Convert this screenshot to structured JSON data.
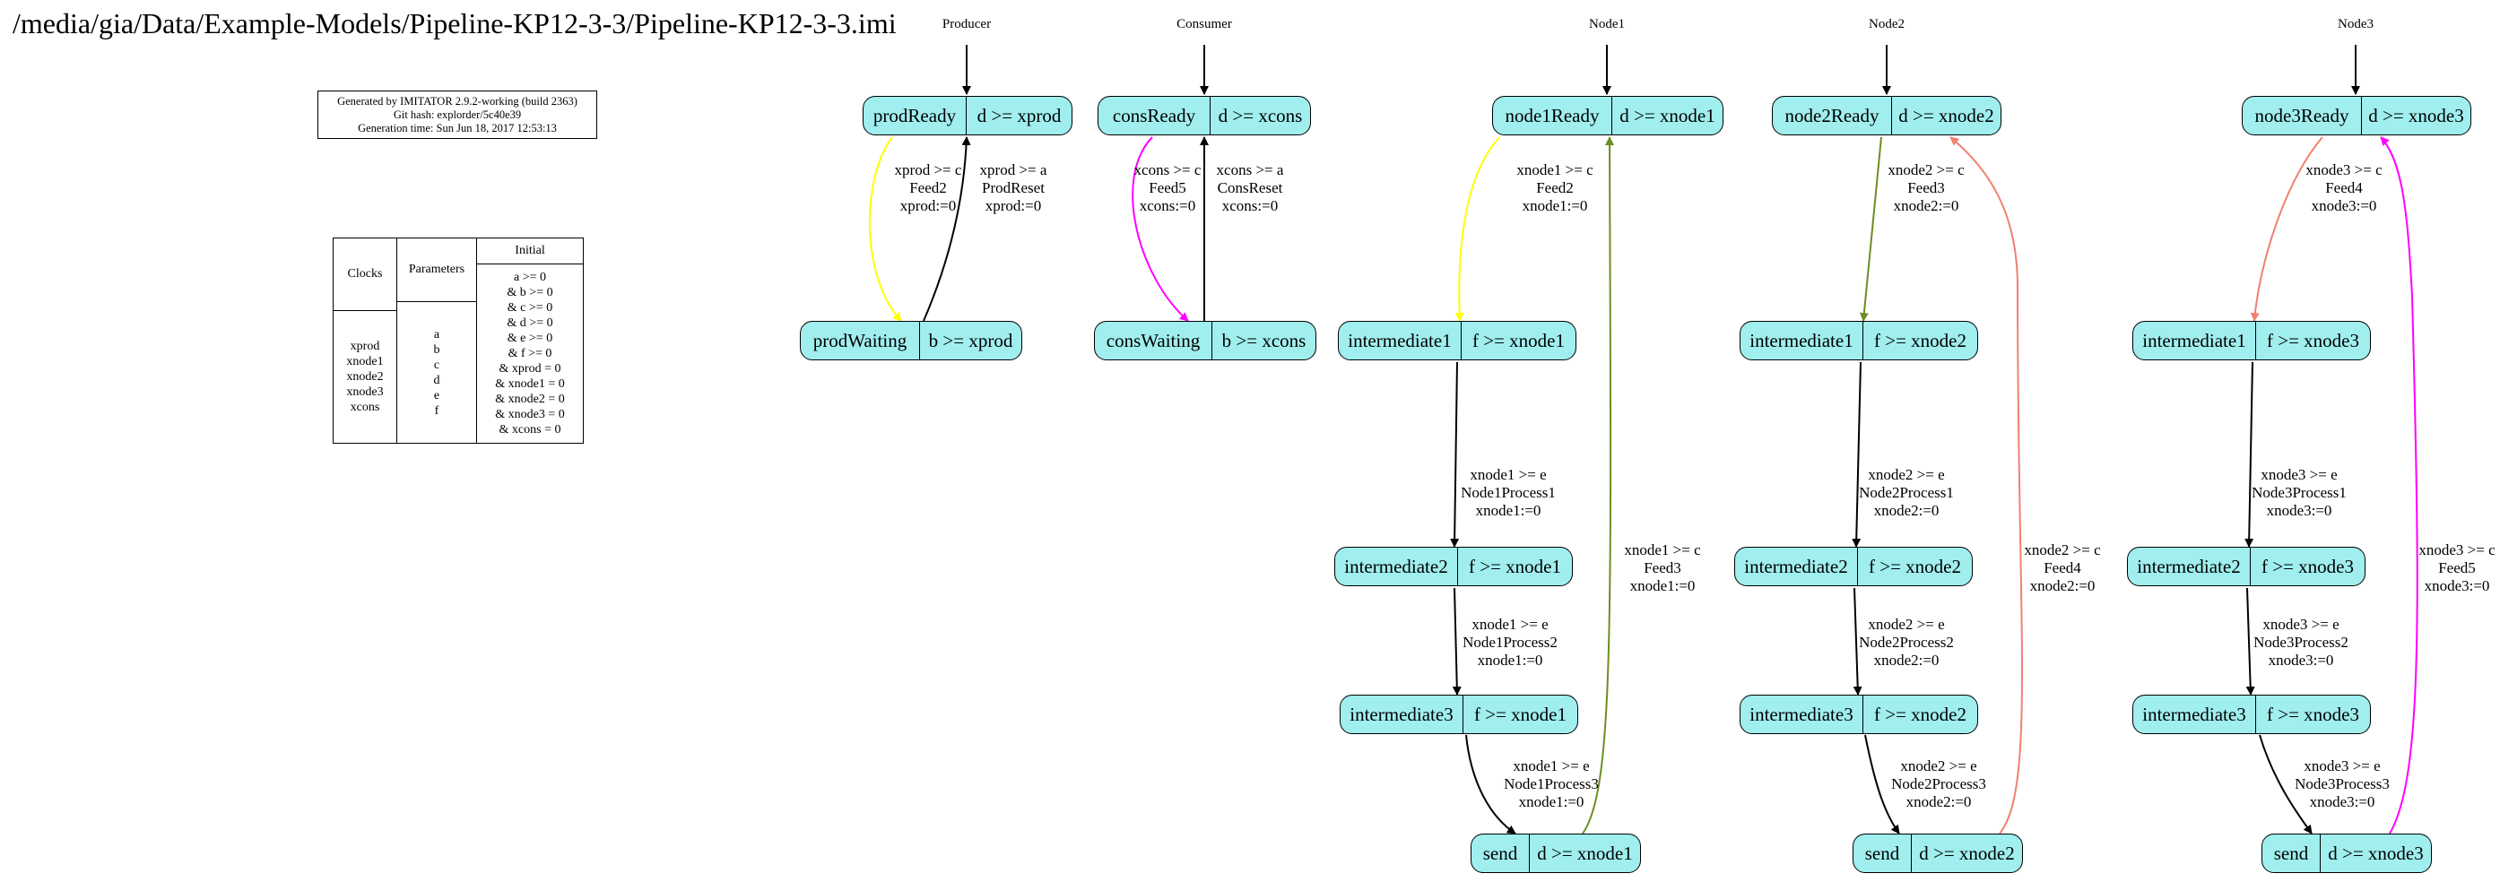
{
  "title": "/media/gia/Data/Example-Models/Pipeline-KP12-3-3/Pipeline-KP12-3-3.imi",
  "info": {
    "generated": "Generated by IMITATOR 2.9.2-working (build 2363)",
    "git_hash": "Git hash: explorder/5c40e39",
    "generation_time": "Generation time: Sun Jun 18, 2017 12:53:13"
  },
  "vars_table": {
    "clocks_header": "Clocks",
    "parameters_header": "Parameters",
    "initial_header": "Initial",
    "clocks": [
      "xprod",
      "xnode1",
      "xnode2",
      "xnode3",
      "xcons"
    ],
    "parameters": [
      "a",
      "b",
      "c",
      "d",
      "e",
      "f"
    ],
    "initial": [
      "a >= 0",
      "& b >= 0",
      "& c >= 0",
      "& d >= 0",
      "& e >= 0",
      "& f >= 0",
      "& xprod = 0",
      "& xnode1 = 0",
      "& xnode2 = 0",
      "& xnode3 = 0",
      "& xcons = 0"
    ]
  },
  "processes": [
    "Producer",
    "Consumer",
    "Node1",
    "Node2",
    "Node3"
  ],
  "states": {
    "prodReady": {
      "name": "prodReady",
      "inv": "d >= xprod"
    },
    "prodWaiting": {
      "name": "prodWaiting",
      "inv": "b >= xprod"
    },
    "consReady": {
      "name": "consReady",
      "inv": "d >= xcons"
    },
    "consWaiting": {
      "name": "consWaiting",
      "inv": "b >= xcons"
    },
    "node1Ready": {
      "name": "node1Ready",
      "inv": "d >= xnode1"
    },
    "n1i1": {
      "name": "intermediate1",
      "inv": "f >= xnode1"
    },
    "n1i2": {
      "name": "intermediate2",
      "inv": "f >= xnode1"
    },
    "n1i3": {
      "name": "intermediate3",
      "inv": "f >= xnode1"
    },
    "n1send": {
      "name": "send",
      "inv": "d >= xnode1"
    },
    "node2Ready": {
      "name": "node2Ready",
      "inv": "d >= xnode2"
    },
    "n2i1": {
      "name": "intermediate1",
      "inv": "f >= xnode2"
    },
    "n2i2": {
      "name": "intermediate2",
      "inv": "f >= xnode2"
    },
    "n2i3": {
      "name": "intermediate3",
      "inv": "f >= xnode2"
    },
    "n2send": {
      "name": "send",
      "inv": "d >= xnode2"
    },
    "node3Ready": {
      "name": "node3Ready",
      "inv": "d >= xnode3"
    },
    "n3i1": {
      "name": "intermediate1",
      "inv": "f >= xnode3"
    },
    "n3i2": {
      "name": "intermediate2",
      "inv": "f >= xnode3"
    },
    "n3i3": {
      "name": "intermediate3",
      "inv": "f >= xnode3"
    },
    "n3send": {
      "name": "send",
      "inv": "d >= xnode3"
    }
  },
  "edges": {
    "prod_feed": [
      "xprod >= c",
      "Feed2",
      "xprod:=0"
    ],
    "prod_reset": [
      "xprod >= a",
      "ProdReset",
      "xprod:=0"
    ],
    "cons_feed": [
      "xcons >= c",
      "Feed5",
      "xcons:=0"
    ],
    "cons_reset": [
      "xcons >= a",
      "ConsReset",
      "xcons:=0"
    ],
    "n1_feed_in": [
      "xnode1 >= c",
      "Feed2",
      "xnode1:=0"
    ],
    "n1_p1": [
      "xnode1 >= e",
      "Node1Process1",
      "xnode1:=0"
    ],
    "n1_p2": [
      "xnode1 >= e",
      "Node1Process2",
      "xnode1:=0"
    ],
    "n1_p3": [
      "xnode1 >= e",
      "Node1Process3",
      "xnode1:=0"
    ],
    "n1_feed_out": [
      "xnode1 >= c",
      "Feed3",
      "xnode1:=0"
    ],
    "n2_feed_in": [
      "xnode2 >= c",
      "Feed3",
      "xnode2:=0"
    ],
    "n2_p1": [
      "xnode2 >= e",
      "Node2Process1",
      "xnode2:=0"
    ],
    "n2_p2": [
      "xnode2 >= e",
      "Node2Process2",
      "xnode2:=0"
    ],
    "n2_p3": [
      "xnode2 >= e",
      "Node2Process3",
      "xnode2:=0"
    ],
    "n2_feed_out": [
      "xnode2 >= c",
      "Feed4",
      "xnode2:=0"
    ],
    "n3_feed_in": [
      "xnode3 >= c",
      "Feed4",
      "xnode3:=0"
    ],
    "n3_p1": [
      "xnode3 >= e",
      "Node3Process1",
      "xnode3:=0"
    ],
    "n3_p2": [
      "xnode3 >= e",
      "Node3Process2",
      "xnode3:=0"
    ],
    "n3_p3": [
      "xnode3 >= e",
      "Node3Process3",
      "xnode3:=0"
    ],
    "n3_feed_out": [
      "xnode3 >= c",
      "Feed5",
      "xnode3:=0"
    ]
  },
  "colors": {
    "state_fill": "#a0eeee",
    "feed2": "#ffff00",
    "feed3": "#6b8e23",
    "feed4": "#f08070",
    "feed5": "#ff00ff",
    "default": "#000000"
  }
}
